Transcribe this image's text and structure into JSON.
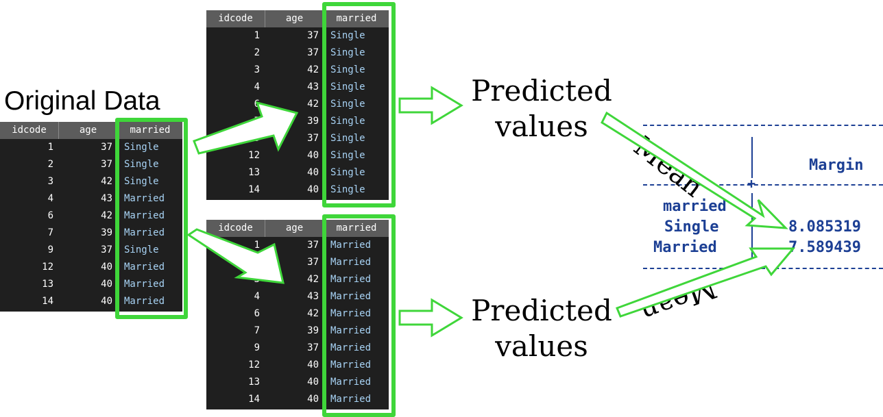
{
  "original": {
    "title": "Original Data",
    "columns": [
      "idcode",
      "age",
      "married"
    ],
    "rows": [
      [
        "1",
        "37",
        "Single"
      ],
      [
        "2",
        "37",
        "Single"
      ],
      [
        "3",
        "42",
        "Single"
      ],
      [
        "4",
        "43",
        "Married"
      ],
      [
        "6",
        "42",
        "Married"
      ],
      [
        "7",
        "39",
        "Married"
      ],
      [
        "9",
        "37",
        "Single"
      ],
      [
        "12",
        "40",
        "Married"
      ],
      [
        "13",
        "40",
        "Married"
      ],
      [
        "14",
        "40",
        "Married"
      ]
    ]
  },
  "counterfactual_single": {
    "columns": [
      "idcode",
      "age",
      "married"
    ],
    "rows": [
      [
        "1",
        "37",
        "Single"
      ],
      [
        "2",
        "37",
        "Single"
      ],
      [
        "3",
        "42",
        "Single"
      ],
      [
        "4",
        "43",
        "Single"
      ],
      [
        "6",
        "42",
        "Single"
      ],
      [
        "7",
        "39",
        "Single"
      ],
      [
        "9",
        "37",
        "Single"
      ],
      [
        "12",
        "40",
        "Single"
      ],
      [
        "13",
        "40",
        "Single"
      ],
      [
        "14",
        "40",
        "Single"
      ]
    ]
  },
  "counterfactual_married": {
    "columns": [
      "idcode",
      "age",
      "married"
    ],
    "rows": [
      [
        "1",
        "37",
        "Married"
      ],
      [
        "2",
        "37",
        "Married"
      ],
      [
        "3",
        "42",
        "Married"
      ],
      [
        "4",
        "43",
        "Married"
      ],
      [
        "6",
        "42",
        "Married"
      ],
      [
        "7",
        "39",
        "Married"
      ],
      [
        "9",
        "37",
        "Married"
      ],
      [
        "12",
        "40",
        "Married"
      ],
      [
        "13",
        "40",
        "Married"
      ],
      [
        "14",
        "40",
        "Married"
      ]
    ]
  },
  "predicted_top": {
    "line1": "Predicted",
    "line2": "values"
  },
  "predicted_bottom": {
    "line1": "Predicted",
    "line2": "values"
  },
  "mean_top": "Mean",
  "mean_bottom": "Mean",
  "margins": {
    "header": "Margin",
    "varname": "married",
    "levels": [
      {
        "label": "Single",
        "value": "8.085319"
      },
      {
        "label": "Married",
        "value": "7.589439"
      }
    ]
  },
  "colors": {
    "highlight": "#3fd63a",
    "stata_text": "#1c3f94",
    "table_bg": "#1f1f1f",
    "table_header": "#5c5c5c",
    "label_text": "#a8d3f5"
  }
}
